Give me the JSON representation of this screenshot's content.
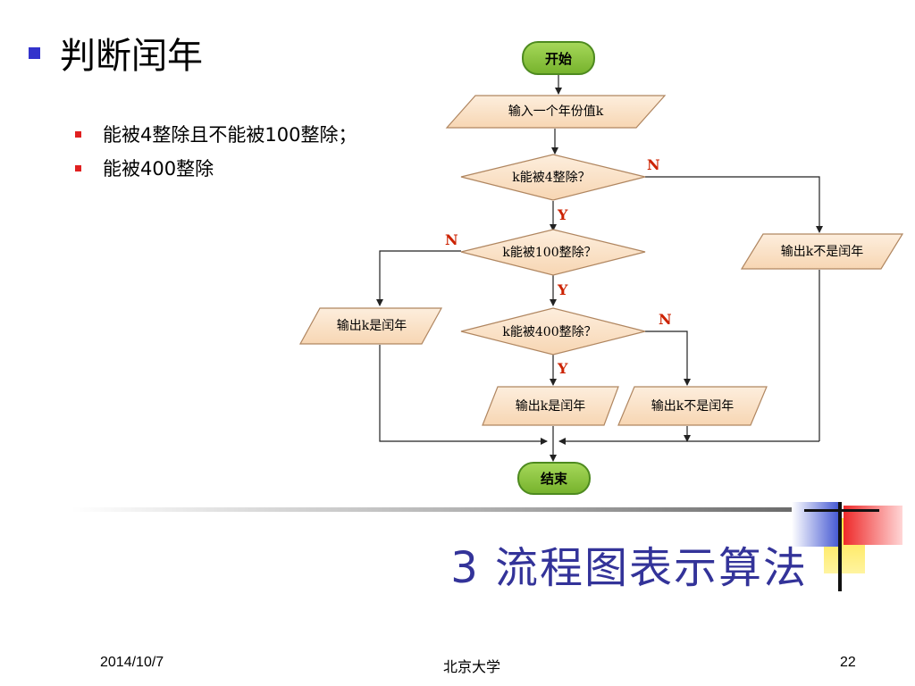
{
  "heading": "判断闰年",
  "conditions": [
    "能被4整除且不能被100整除；",
    "能被400整除"
  ],
  "flowchart": {
    "start": "开始",
    "input": "输入一个年份值k",
    "decision1": "k能被4整除？",
    "decision2": "k能被100整除？",
    "decision3": "k能被400整除？",
    "out_not_leap_1": "输出k不是闰年",
    "out_leap_1": "输出k是闰年",
    "out_leap_2": "输出k是闰年",
    "out_not_leap_2": "输出k不是闰年",
    "end": "结束",
    "label_yes": "Y",
    "label_no": "N"
  },
  "colors": {
    "terminal_fill": "#8cc63e",
    "terminal_stroke": "#4d8a1f",
    "shape_fill": "#fbe3c8",
    "shape_stroke": "#b08660",
    "title": "#333399",
    "heading_bullet": "#3333cc",
    "sub_bullet": "#e02020",
    "branch_label": "#cc2200"
  },
  "slide_title": "3 流程图表示算法",
  "footer": {
    "date": "2014/10/7",
    "center": "北京大学",
    "page": "22"
  }
}
